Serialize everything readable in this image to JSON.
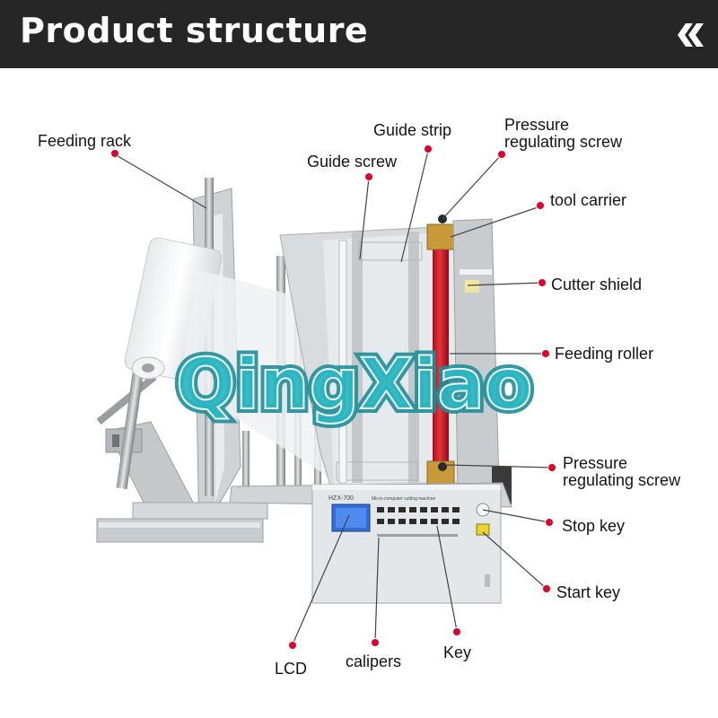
{
  "header": {
    "title": "Product structure",
    "icon": "double-chevron-left-icon",
    "background": "#262626",
    "text_color": "#ffffff"
  },
  "watermark": {
    "text": "QingXiao",
    "color": "#2bb8c4"
  },
  "machine": {
    "model_plate": "HZX-700",
    "panel_title": "Micro-computer cutting machine"
  },
  "callouts": {
    "dot_color": "#e0002a",
    "feeding_rack": "Feeding rack",
    "guide_strip": "Guide strip",
    "guide_screw": "Guide screw",
    "pressure_screw_top": [
      "Pressure",
      "regulating screw"
    ],
    "tool_carrier": "tool carrier",
    "cutter_shield": "Cutter shield",
    "feeding_roller": "Feeding roller",
    "pressure_screw_bottom": [
      "Pressure",
      "regulating screw"
    ],
    "stop_key": "Stop key",
    "start_key": "Start key",
    "lcd": "LCD",
    "calipers": "calipers",
    "key": "Key"
  }
}
